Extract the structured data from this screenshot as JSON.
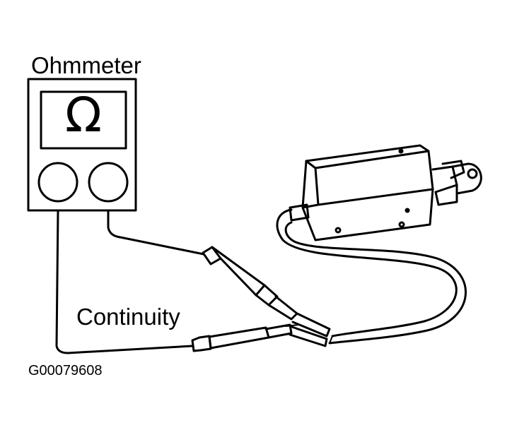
{
  "labels": {
    "meter_title": "Ohmmeter",
    "meter_symbol": "Ω",
    "test_name": "Continuity",
    "figure_code": "G00079608"
  },
  "colors": {
    "ink": "#000000",
    "paper": "#ffffff"
  }
}
